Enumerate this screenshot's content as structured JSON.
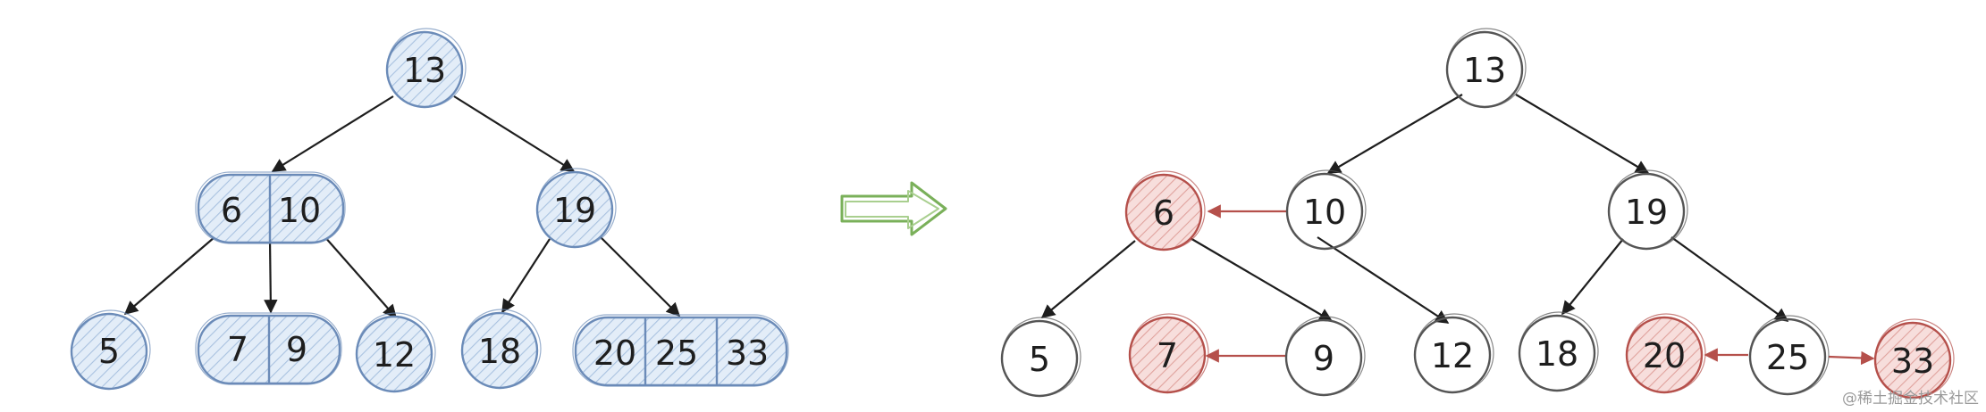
{
  "colors": {
    "blue_stroke": "#6b8bb8",
    "blue_fill": "#d9e6f5",
    "dark_stroke": "#555555",
    "red_stroke": "#b5504b",
    "red_fill": "#f0c9c6",
    "green_arrow": "#7ab05a",
    "edge": "#1e1e1e"
  },
  "left_tree": {
    "nodes": [
      {
        "id": "L13",
        "keys": [
          "13"
        ]
      },
      {
        "id": "L6-10",
        "keys": [
          "6",
          "10"
        ]
      },
      {
        "id": "L19",
        "keys": [
          "19"
        ]
      },
      {
        "id": "L5",
        "keys": [
          "5"
        ]
      },
      {
        "id": "L7-9",
        "keys": [
          "7",
          "9"
        ]
      },
      {
        "id": "L12",
        "keys": [
          "12"
        ]
      },
      {
        "id": "L18",
        "keys": [
          "18"
        ]
      },
      {
        "id": "L20-25-33",
        "keys": [
          "20",
          "25",
          "33"
        ]
      }
    ]
  },
  "transform_arrow": {
    "icon": "right-arrow-icon"
  },
  "right_tree": {
    "nodes": [
      {
        "id": "R13",
        "label": "13",
        "red": false
      },
      {
        "id": "R6",
        "label": "6",
        "red": true
      },
      {
        "id": "R10",
        "label": "10",
        "red": false
      },
      {
        "id": "R19",
        "label": "19",
        "red": false
      },
      {
        "id": "R5",
        "label": "5",
        "red": false
      },
      {
        "id": "R7",
        "label": "7",
        "red": true
      },
      {
        "id": "R9",
        "label": "9",
        "red": false
      },
      {
        "id": "R12",
        "label": "12",
        "red": false
      },
      {
        "id": "R18",
        "label": "18",
        "red": false
      },
      {
        "id": "R20",
        "label": "20",
        "red": true
      },
      {
        "id": "R25",
        "label": "25",
        "red": false
      },
      {
        "id": "R33",
        "label": "33",
        "red": true
      }
    ]
  },
  "watermark": "@稀土掘金技术社区"
}
